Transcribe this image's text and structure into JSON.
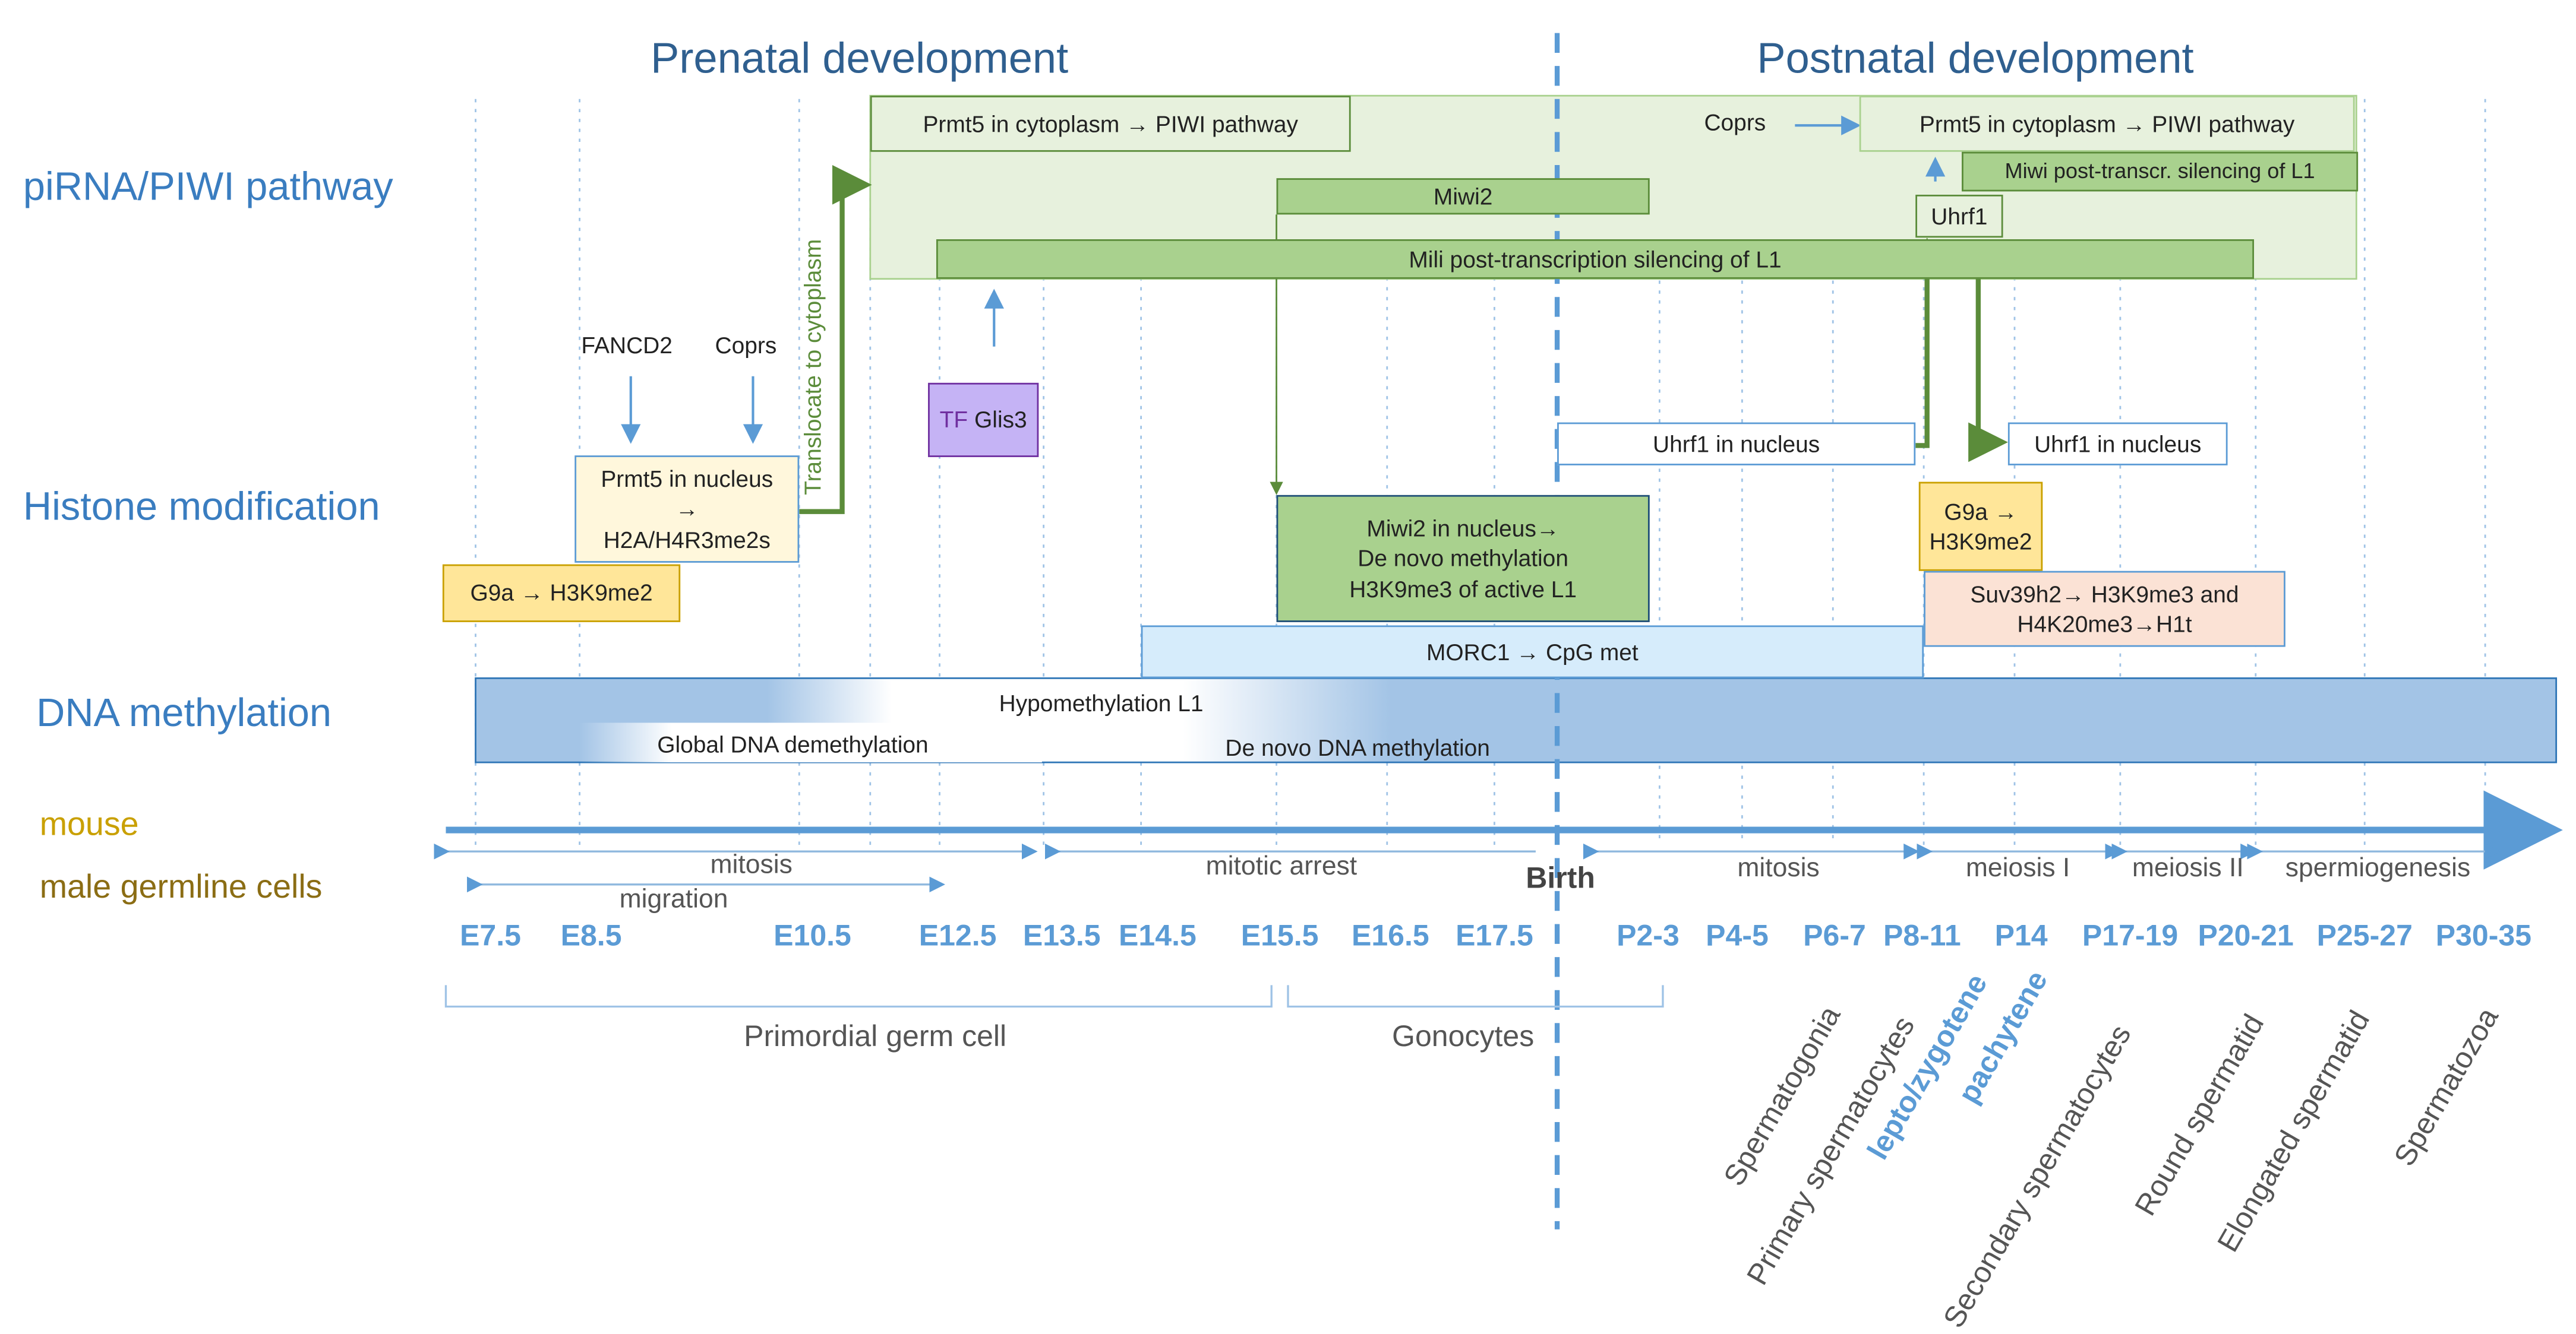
{
  "headers": {
    "prenatal": "Prenatal development",
    "postnatal": "Postnatal development"
  },
  "row_labels": {
    "pirna": "piRNA/PIWI pathway",
    "histone": "Histone modification",
    "dna": "DNA methylation",
    "mouse": "mouse",
    "germline": "male germline cells"
  },
  "boxes": {
    "prmt5_cyto_left": "Prmt5 in cytoplasm → PIWI pathway",
    "prmt5_cyto_right": "Prmt5 in cytoplasm → PIWI pathway",
    "coprs_right": "Coprs",
    "miwi_post": "Miwi post-transcr. silencing of L1",
    "miwi2": "Miwi2",
    "uhrf1_top": "Uhrf1",
    "mili": "Mili post-transcription silencing of L1",
    "fancd2": "FANCD2",
    "coprs_left": "Coprs",
    "translocate": "Translocate to cytoplasm",
    "tf_prefix": "TF",
    "tf_name": "Glis3",
    "prmt5_nucleus": {
      "line1": "Prmt5 in nucleus",
      "line2": "→",
      "line3": "H2A/H4R3me2s"
    },
    "g9a_left": "G9a → H3K9me2",
    "uhrf1_nucleus_left": "Uhrf1 in nucleus",
    "uhrf1_nucleus_right": "Uhrf1 in nucleus",
    "g9a_right": {
      "line1": "G9a →",
      "line2": "H3K9me2"
    },
    "miwi2_nucleus": {
      "line1": "Miwi2 in nucleus→",
      "line2": "De novo methylation",
      "line3": "H3K9me3 of active L1"
    },
    "suv39h2": {
      "line1": "Suv39h2→ H3K9me3 and",
      "line2": "H4K20me3→H1t"
    },
    "morc1": "MORC1 → CpG met",
    "hypomethylation": "Hypomethylation L1",
    "global_demethylation": "Global DNA demethylation",
    "denovo_dna": "De novo DNA methylation"
  },
  "phases": {
    "mitosis1": "mitosis",
    "migration": "migration",
    "mitotic_arrest": "mitotic arrest",
    "birth": "Birth",
    "mitosis2": "mitosis",
    "meiosis1": "meiosis I",
    "meiosis2": "meiosis II",
    "spermiogenesis": "spermiogenesis"
  },
  "timepoints": [
    "E7.5",
    "E8.5",
    "E10.5",
    "E12.5",
    "E13.5",
    "E14.5",
    "E15.5",
    "E16.5",
    "E17.5",
    "P2-3",
    "P4-5",
    "P6-7",
    "P8-11",
    "P14",
    "P17-19",
    "P20-21",
    "P25-27",
    "P30-35"
  ],
  "periods": {
    "pgc": "Primordial germ cell",
    "gonocytes": "Gonocytes"
  },
  "cells": [
    "Spermatogonia",
    "Primary spermatocytes",
    "lepto/zygotene",
    "pachytene",
    "Secondary spermatocytes",
    "Round spermatid",
    "Elongated spermatid",
    "Spermatozoa"
  ],
  "colors": {
    "header": "#2f5f8f",
    "row_label": "#3a7dc0",
    "mouse": "#c9a000",
    "germline": "#8b6d14",
    "tick": "#5b9bd5",
    "green_light": "#e7f1dd",
    "green_mid": "#a9d18e",
    "green_dark": "#5b8c3a",
    "blue_dna": "#a3c4e6",
    "blue_morc": "#d6ecfb",
    "yellow": "#ffe699",
    "peach": "#fbe2d5",
    "purple": "#c5b3f5"
  }
}
